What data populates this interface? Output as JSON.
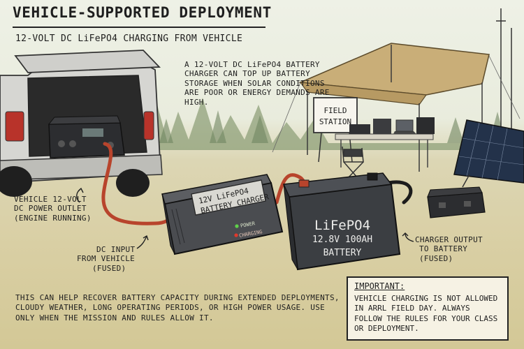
{
  "header": {
    "title": "VEHICLE-SUPPORTED DEPLOYMENT",
    "subtitle": "12-VOLT DC LiFePO4 CHARGING FROM VEHICLE"
  },
  "callouts": {
    "top": "A 12-VOLT DC LiFePO4 BATTERY CHARGER CAN TOP UP BATTERY STORAGE WHEN SOLAR CONDITIONS ARE POOR OR ENERGY DEMANDS ARE HIGH.",
    "outlet_line1": "VEHICLE 12-VOLT",
    "outlet_line2": "DC POWER OUTLET",
    "outlet_line3": "(ENGINE RUNNING)",
    "input_line1": "DC INPUT",
    "input_line2": "FROM VEHICLE",
    "input_line3": "(FUSED)",
    "output_line1": "CHARGER OUTPUT",
    "output_line2": "TO BATTERY",
    "output_line3": "(FUSED)"
  },
  "station_sign": {
    "line1": "FIELD",
    "line2": "STATION"
  },
  "charger": {
    "label_line1": "12V LiFePO4",
    "label_line2": "BATTERY CHARGER",
    "led_power": "POWER",
    "led_charging": "CHARGING"
  },
  "battery": {
    "chemistry": "LiFePO4",
    "rating": "12.8V 100Ah",
    "word": "BATTERY"
  },
  "notes": {
    "bottom": "THIS CAN HELP RECOVER BATTERY CAPACITY DURING EXTENDED DEPLOYMENTS, CLOUDY WEATHER, LONG OPERATING PERIODS, OR HIGH POWER USAGE. USE ONLY WHEN THE MISSION AND RULES ALLOW IT.",
    "important_title": "IMPORTANT:",
    "important_body": "VEHICLE CHARGING IS NOT ALLOWED IN ARRL FIELD DAY. ALWAYS FOLLOW THE RULES FOR YOUR CLASS OR DEPLOYMENT."
  },
  "colors": {
    "cable_red": "#b8442c",
    "battery_body": "#3b3e42",
    "charger_body": "#4a4c50",
    "tarp": "#c9ae78",
    "led_green": "#5fd14a",
    "led_red": "#e0392c",
    "vehicle": "#d6d6d2"
  }
}
